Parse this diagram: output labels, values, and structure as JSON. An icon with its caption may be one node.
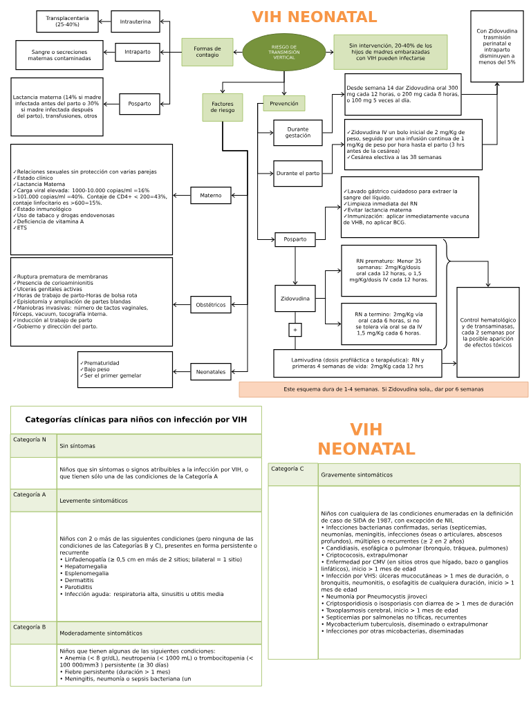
{
  "diagram": {
    "title": "VIH NEONATAL",
    "nodes": [
      {
        "text": [
          "RIESGO DE TRANSMISIÓN VERTICAL"
        ]
      },
      {
        "text": [
          "Formas de contagio"
        ]
      },
      {
        "text": [
          "Sin intervención, 20-40% de los hijos de madres embarazadas con VIH pueden infectarse"
        ]
      },
      {
        "text": [
          "Intrauterina"
        ]
      },
      {
        "text": [
          "Transplacentaria (25-40%)"
        ]
      },
      {
        "text": [
          "Intraparto"
        ]
      },
      {
        "text": [
          "Sangre o secreciones maternas contaminadas"
        ]
      },
      {
        "text": [
          "Posparto"
        ]
      },
      {
        "text": [
          "Lactancia materna (14% si madre infectada antes del parto o 30% si madre infectada después del parto), transfusiones, otros"
        ]
      },
      {
        "text": [
          "Factores de riesgo"
        ]
      },
      {
        "text": [
          "Prevención"
        ]
      },
      {
        "text": [
          "Materno"
        ]
      },
      {
        "text": [
          "✓Relaciones sexuales sin protección con varias parejas",
          "✓Estado clínico",
          "✓Lactancia Materna",
          "✓Carga viral elevada: 1000-10.000 copias/ml =16% >101.000 copias/ml =40%. Contaje de CD4+ < 200=43%, contaje linfocitario es >600=15%.",
          "✓Estado inmunológico",
          "✓Uso de tabaco y drogas endovenosas",
          "✓Deficiencia de vitamina A",
          "✓ETS"
        ]
      },
      {
        "text": [
          "Obstétricos"
        ]
      },
      {
        "text": [
          "✓Ruptura prematura de membranas",
          "✓Presencia de corioaminionitis",
          "✓Ulceras genitales activas",
          "✓Horas de trabajo de parto-Horas de bolsa rota",
          "✓Episiotomía y ampliación de partes blandas",
          "✓Maniobras invasivas: número de tactos vaginales, fórceps, vacuum, tocografía interna.",
          "✓inducción al trabajo de parto",
          "✓Gobierno y dirección del parto."
        ]
      },
      {
        "text": [
          "Neonatales"
        ]
      },
      {
        "text": [
          "✓Prematuridad",
          "✓Bajo peso",
          "✓Ser el primer gemelar"
        ]
      },
      {
        "text": [
          "Durante gestación"
        ]
      },
      {
        "text": [
          "Desde semana 14 dar Zidovudina oral 300 mg cada 12 horas, o 200 mg cada 8 horas, o 100 mg 5 veces al día."
        ]
      },
      {
        "text": [
          "Durante el parto"
        ]
      },
      {
        "text": [
          "✓Zidovudina IV un bolo inicial de 2 mg/Kg de peso, seguido por una infusión continua de 1 mg/Kg de peso por hora hasta el parto (3 hrs antes de la cesárea)",
          "✓Cesárea electiva a las 38 semanas"
        ]
      },
      {
        "text": [
          "Posparto"
        ]
      },
      {
        "text": [
          "✓Lavado gástrico cuidadoso para extraer la sangre del líquido.",
          "✓Limpieza inmediata del RN",
          "✓Evitar lactancia materna",
          "✓Inmunización: aplicar inmediatamente vacuna de VHB, no aplicar BCG."
        ]
      },
      {
        "text": [
          "Con Zidovudina trasmisión perinatal e intraparto disminuyen a menos del 5%"
        ]
      },
      {
        "text": [
          "Zidovudina"
        ]
      },
      {
        "text": [
          "RN prematuro: Menor 35 semanas: 2mg/Kg/dosis oral cada 12 horas, o 1,5 mg/Kg/dosis IV cada 12 horas."
        ]
      },
      {
        "text": [
          "RN a termino: 2mg/Kg vía oral cada 6 horas, si no se tolera vía oral se da IV 1,5 mg/Kg cada 6 horas."
        ]
      },
      {
        "text": [
          "+"
        ]
      },
      {
        "text": [
          "Lamivudina (dosis profiláctica o terapéutica): RN y primeras 4 semanas de vida: 2mg/Kg cada 12 hrs"
        ]
      },
      {
        "text": [
          "Control hematológico y de transaminasas, cada 2 semanas por la posible aparición de efectos tóxicos"
        ]
      },
      {
        "text": [
          "Este esquema dura de 1-4 semanas. Si Zidovudina sola,, dar por 6 semanas"
        ]
      }
    ],
    "edges": [
      {
        "from": 0,
        "to": 1,
        "arrow": "to"
      },
      {
        "from": 0,
        "to": 2,
        "arrow": "to"
      },
      {
        "from": 1,
        "to": 3,
        "arrow": "to"
      },
      {
        "from": 1,
        "to": 5,
        "arrow": "to"
      },
      {
        "from": 1,
        "to": 7,
        "arrow": "to"
      },
      {
        "from": 3,
        "to": 4,
        "arrow": "to"
      },
      {
        "from": 5,
        "to": 6,
        "arrow": "to"
      },
      {
        "from": 7,
        "to": 8,
        "arrow": "to"
      },
      {
        "from": 0,
        "to": 9,
        "arrow": "to"
      },
      {
        "from": 0,
        "to": 10,
        "arrow": "to"
      },
      {
        "from": 9,
        "to": 11,
        "arrow": "to"
      },
      {
        "from": 9,
        "to": 13,
        "arrow": "to"
      },
      {
        "from": 9,
        "to": 15,
        "arrow": "to"
      },
      {
        "from": 11,
        "to": 12,
        "arrow": "to"
      },
      {
        "from": 13,
        "to": 14,
        "arrow": "to"
      },
      {
        "from": 15,
        "to": 16,
        "arrow": "to"
      },
      {
        "from": 10,
        "to": 17,
        "arrow": "to"
      },
      {
        "from": 10,
        "to": 19,
        "arrow": "to"
      },
      {
        "from": 10,
        "to": 21,
        "arrow": "to"
      },
      {
        "from": 17,
        "to": 18,
        "arrow": "to"
      },
      {
        "from": 19,
        "to": 20,
        "arrow": "to"
      },
      {
        "from": 21,
        "to": 22,
        "arrow": "to"
      },
      {
        "from": 18,
        "to": 23,
        "arrow": "to"
      },
      {
        "from": 20,
        "to": 23,
        "arrow": "to"
      },
      {
        "from": 21,
        "to": 24,
        "arrow": "to"
      },
      {
        "from": 24,
        "to": 25,
        "arrow": "to"
      },
      {
        "from": 24,
        "to": 26,
        "arrow": "to"
      },
      {
        "from": 24,
        "to": 27,
        "arrow": "none"
      },
      {
        "from": 27,
        "to": 28,
        "arrow": "none"
      },
      {
        "from": 28,
        "to": 29,
        "arrow": "to"
      },
      {
        "from": null,
        "to": 29,
        "arrow": "to"
      }
    ],
    "labels": [
      "Categorías clínicas para niños con infección por VIH",
      "Categoría N",
      "Sin síntomas",
      "Niños que sin síntomas o signos atribuibles a la infección por VIH, o que tienen sólo una de las condiciones de la Categoría A",
      "Categoría A",
      "Levemente sintomáticos",
      "Niños con 2 o más de las siguientes condiciones (pero ninguna de las condiciones de las Categorías B y C), presentes en forma persistente o recurrente",
      "• Linfadenopatía (≥ 0,5 cm en más de 2 sitios; bilateral = 1 sitio)",
      "• Hepatomegalia",
      "• Esplenomegalia",
      "• Dermatitis",
      "• Parotiditis",
      "• Infección aguda: respiratoria alta, sinusitis u otitis media",
      "Categoría B",
      "Moderadamente sintomáticos",
      "Niños que tienen algunas de las siguientes condiciones:",
      "• Anemia (< 8 gr/dL), neutropenia (< 1000 mL) o trombocitopenia (< 100 000/mm3 ) persistente (≥ 30 días)",
      "• Fiebre persistente (duración > 1 mes)",
      "• Meningitis, neumonía o sepsis bacteriana (un",
      "VIH NEONATAL",
      "Categoría C",
      "Gravemente sintomáticos",
      "Niños con cualquiera de las condiciones enumeradas en la definición de caso de SIDA de 1987, con excepción de NIL",
      "• Infecciones bacterianas confirmadas, serias (septicemias, neumonías, meningitis, infecciones óseas o articulares, abscesos profundos), múltiples o recurrentes (≥ 2 en 2 años)",
      "• Candidiasis, esofágica o pulmonar (bronquio, tráquea, pulmones)",
      "• Criptococosis, extrapulmonar",
      "• Enfermedad por CMV (en sitios otros que hígado, bazo o ganglios linfáticos), inicio > 1 mes de edad",
      "• Infección por VHS: úlceras mucocutáneas > 1 mes de duración, o bronquitis, neumonitis, o esofagitis de cualquiera duración, inicio > 1 mes de edad",
      "• Neumonía por Pneumocystis jiroveci",
      "• Criptosporidiosis o isosporiasis con diarrea de > 1 mes de duración",
      "• Toxoplasmosis cerebral, inicio > 1 mes de edad",
      "• Septicemias por salmonelas no tíficas, recurrentes",
      "• Mycobacterium tuberculosis, diseminado o extrapulmonar",
      "• Infecciones por otras micobacterias, diseminadas"
    ]
  }
}
